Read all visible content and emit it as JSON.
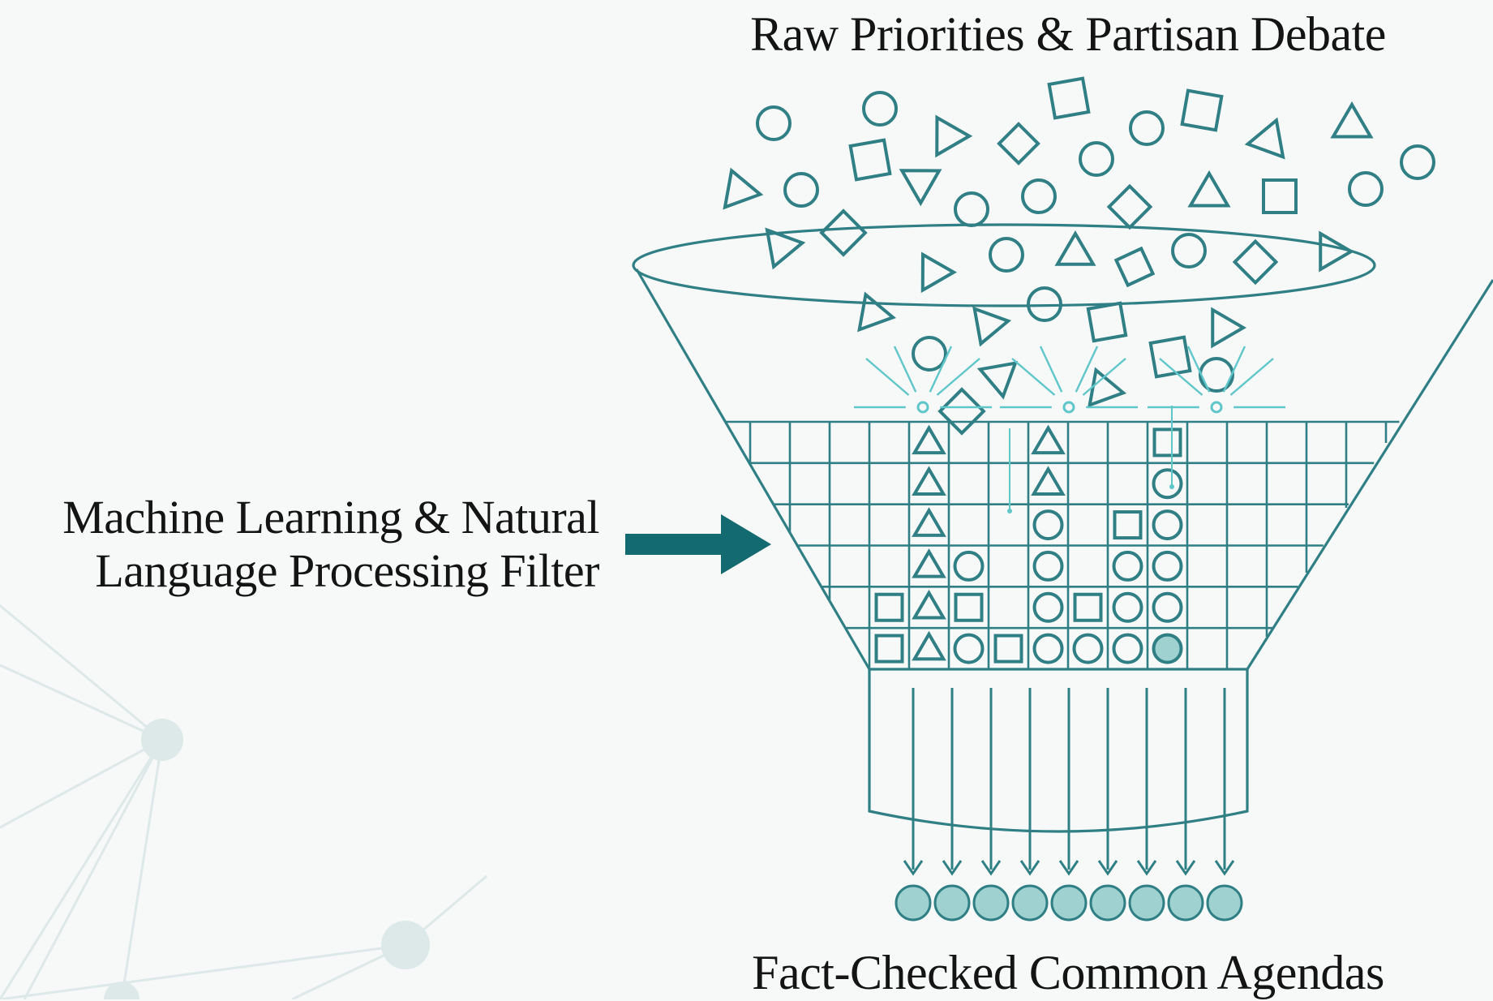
{
  "diagram": {
    "input_label": "Raw Priorities & Partisan Debate",
    "filter_label_lines": [
      "Machine Learning & Natural",
      "Language Processing Filter"
    ],
    "output_label": "Fact-Checked Common Agendas"
  },
  "colors": {
    "stroke": "#2f7f85",
    "arrow": "#136a71",
    "output_fill": "#9fd1d0",
    "sparkle": "#5fc6c9",
    "background": "#f7f8f8",
    "network": "#dde9e8"
  },
  "icons": [
    "circle-icon",
    "square-icon",
    "triangle-icon",
    "diamond-icon",
    "arrow-right-icon",
    "network-decoration-icon"
  ]
}
